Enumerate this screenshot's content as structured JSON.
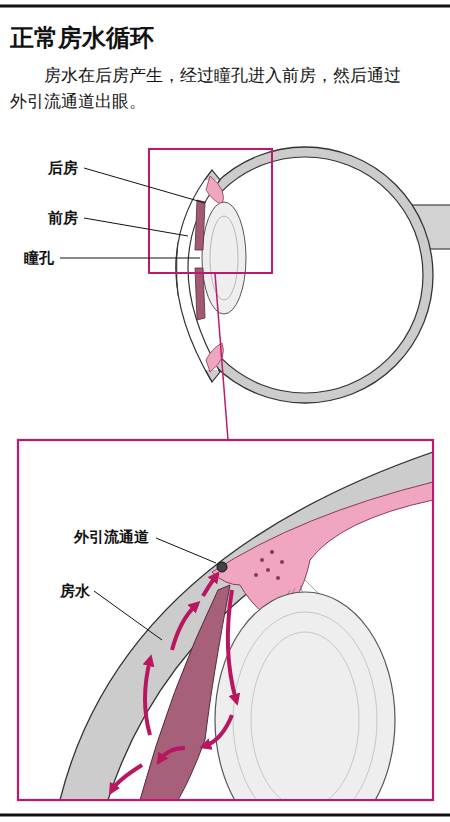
{
  "diagram": {
    "title": "正常房水循环",
    "caption": "房水在后房产生，经过瞳孔进入前房，然后通过外引流通道出眼。",
    "labels": [
      "后房",
      "前房",
      "瞳孔",
      "外引流通道",
      "房水"
    ]
  }
}
